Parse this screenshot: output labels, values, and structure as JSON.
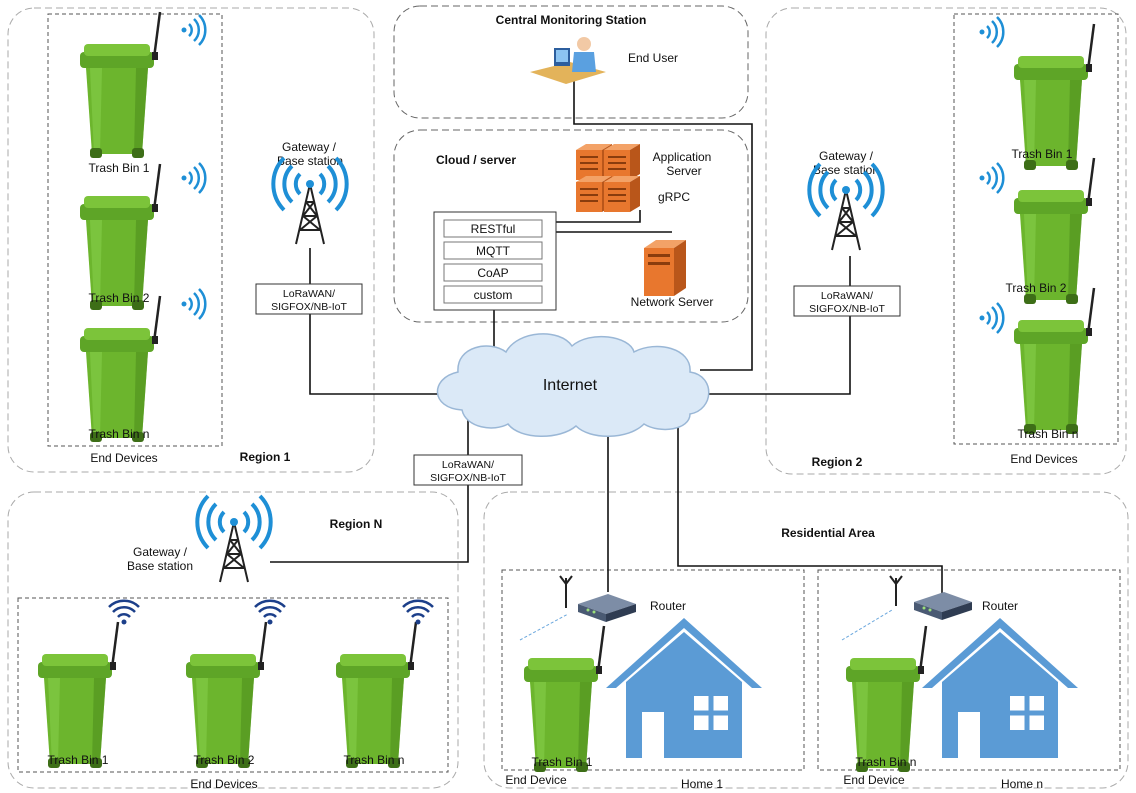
{
  "regions": {
    "region1": "Region 1",
    "region2": "Region 2",
    "regionN": "Region N",
    "residential": "Residential Area"
  },
  "central": {
    "title": "Central Monitoring Station",
    "end_user": "End User"
  },
  "cloud": {
    "title": "Cloud / server",
    "app_server": [
      "Application",
      "Server"
    ],
    "grpc": "gRPC",
    "network_server": "Network Server",
    "protocols": [
      "RESTful",
      "MQTT",
      "CoAP",
      "custom"
    ]
  },
  "internet": "Internet",
  "gateway": [
    "Gateway /",
    "Base station"
  ],
  "lpwan": [
    "LoRaWAN/",
    "SIGFOX/NB-IoT"
  ],
  "end_devices": "End Devices",
  "end_device": "End Device",
  "router": "Router",
  "bins": {
    "bin1": "Trash Bin 1",
    "bin2": "Trash Bin 2",
    "binn": "Trash Bin n"
  },
  "homes": [
    "Home 1",
    "Home n"
  ],
  "colors": {
    "bin_green": "#6cb52d",
    "bin_dark": "#4f8f1c",
    "wifi_blue": "#1e8fd6",
    "house_blue": "#5b9bd5",
    "cloud_fill": "#dbe9f7",
    "server_orange": "#e8772e"
  }
}
